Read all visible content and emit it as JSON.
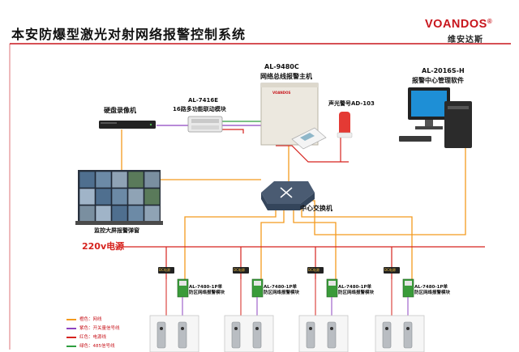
{
  "title": "本安防爆型激光对射网络报警控制系统",
  "brand": {
    "name": "VOANDOS",
    "mark": "®",
    "subtitle": "维安达斯"
  },
  "nodes": {
    "host": {
      "model": "AL-9480C",
      "name": "网络总线报警主机"
    },
    "software": {
      "model": "AL-2016S-H",
      "name": "报警中心管理软件"
    },
    "module_7416": {
      "model": "AL-7416E",
      "name": "16路多功能联动模块"
    },
    "dvr": {
      "name": "硬盘录像机"
    },
    "siren": {
      "name": "声光警号AD-103"
    },
    "videowall": {
      "name": "监控大屏报警弹窗"
    },
    "switch": {
      "name": "中心交换机"
    },
    "module_7480": {
      "line1": "AL-7480-1P单",
      "line2": "防区网络报警模块"
    }
  },
  "power_label": "220v电源",
  "bus_module_label": "DC电源",
  "legend": [
    {
      "label": "橙色：网线",
      "color": "#f39a1e"
    },
    {
      "label": "紫色：开关量信号线",
      "color": "#8e44c0"
    },
    {
      "label": "红色：电源线",
      "color": "#d6231e"
    },
    {
      "label": "绿色：485信号线",
      "color": "#2e9e3e"
    }
  ],
  "colors": {
    "network": "#f39a1e",
    "signal": "#8e44c0",
    "power": "#d6231e",
    "bus485": "#2e9e3e",
    "brand": "#c8161d"
  }
}
